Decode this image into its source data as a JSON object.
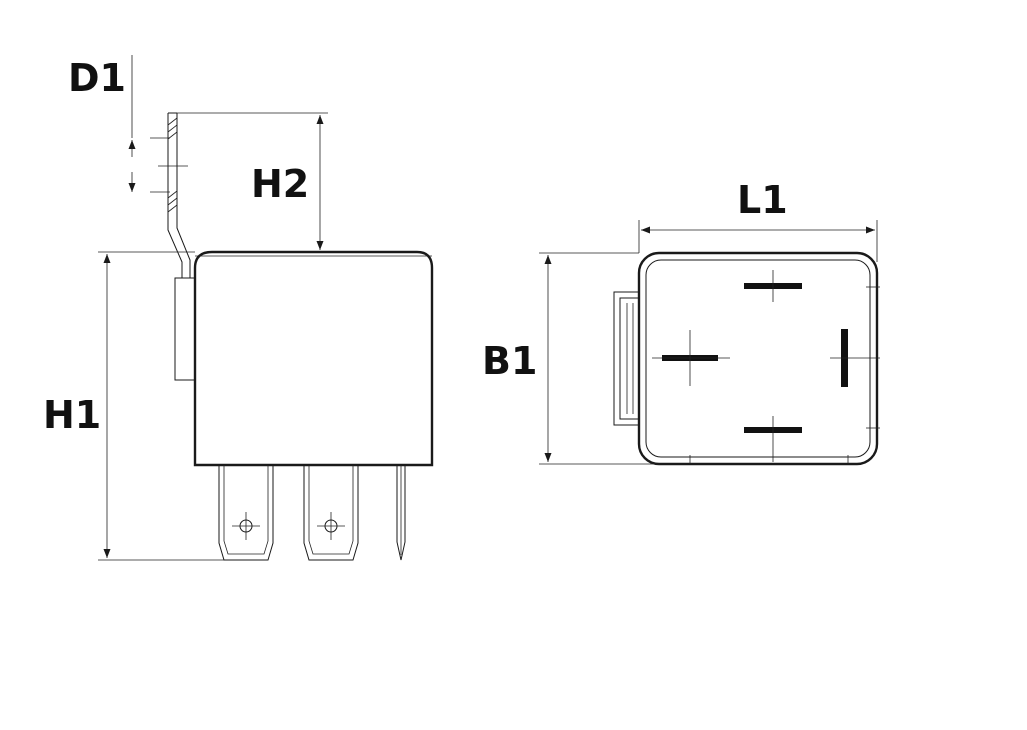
{
  "labels": {
    "d1": "D1",
    "h2": "H2",
    "h1": "H1",
    "l1": "L1",
    "b1": "B1"
  },
  "colors": {
    "line": "#1a1a1a",
    "background": "#ffffff"
  }
}
